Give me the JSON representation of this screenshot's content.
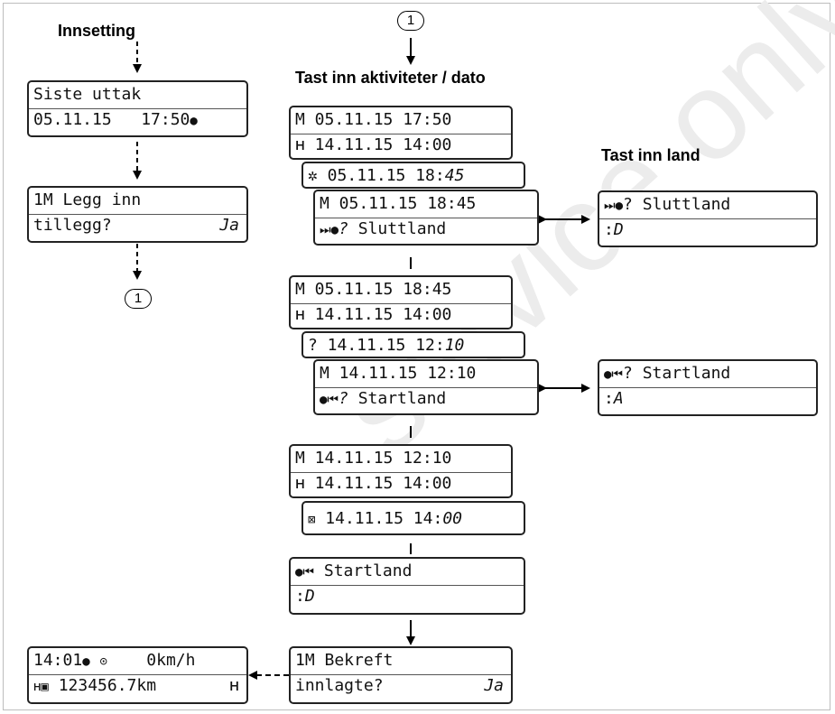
{
  "watermark": "service only",
  "left_column": {
    "heading": "Innsetting",
    "box1": {
      "line1": "Siste uttak",
      "line2": "05.11.15   17:50"
    },
    "box2": {
      "line1": "1M Legg inn",
      "line2": "tillegg?",
      "right": "Ja"
    },
    "ref": "1"
  },
  "center_column": {
    "ref_top": "1",
    "heading": "Tast inn aktiviteter / dato",
    "group1": {
      "a1": "M 05.11.15 17:50",
      "a2": " 14.11.15 14:00",
      "b_prefix": " 05.11.15 18:",
      "b_italic": "45",
      "c1": "M 05.11.15 18:45",
      "c2_sym": "?",
      "c2_text": " Sluttland"
    },
    "group2": {
      "a1": "M 05.11.15 18:45",
      "a2": " 14.11.15 14:00",
      "b_prefix": "? 14.11.15 12:",
      "b_italic": "10",
      "c1": "M 14.11.15 12:10",
      "c2_sym": "?",
      "c2_text": " Startland"
    },
    "group3": {
      "a1": "M 14.11.15 12:10",
      "a2": " 14.11.15 14:00",
      "b_prefix": " 14.11.15 14:",
      "b_italic": "00"
    },
    "startland_box": {
      "line1": " Startland",
      "line2_italic": "D"
    },
    "confirm_box": {
      "line1": "1M Bekreft",
      "line2": "innlagte?",
      "right": "Ja"
    }
  },
  "right_column": {
    "heading": "Tast inn land",
    "sluttland_box": {
      "line1": "? Sluttland",
      "line2_italic": "D"
    },
    "startland_box": {
      "line1": "? Startland",
      "line2_italic": "A"
    }
  },
  "final_box": {
    "line1_a": "14:01",
    "line1_b": "0km/h",
    "line2_text": " 123456.7km"
  }
}
